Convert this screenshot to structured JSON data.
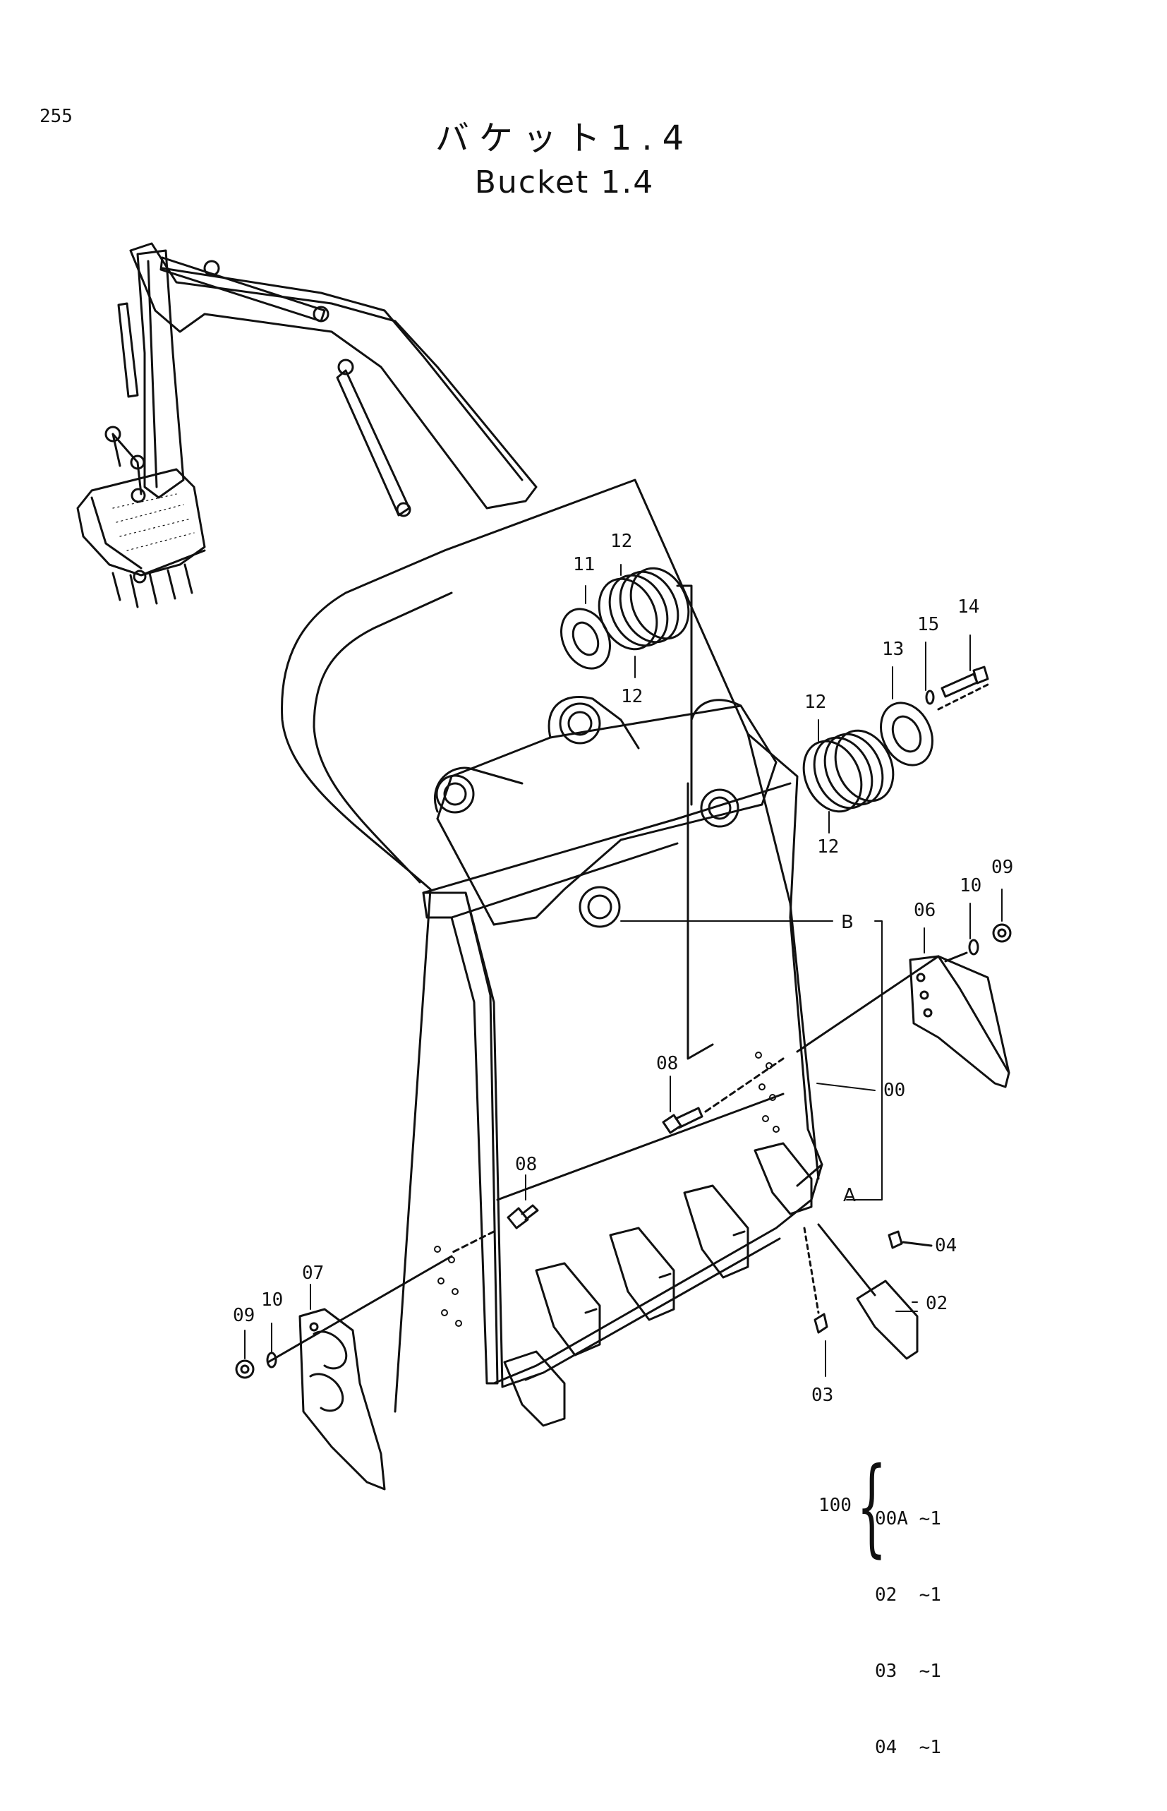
{
  "page_number": "255",
  "title": {
    "japanese": "バケット1.4",
    "english": "Bucket 1.4"
  },
  "callouts": {
    "c00": "00",
    "c02": "02",
    "c03": "03",
    "c04": "04",
    "c06": "06",
    "c07": "07",
    "c08a": "08",
    "c08b": "08",
    "c09a": "09",
    "c09b": "09",
    "c10a": "10",
    "c10b": "10",
    "c11": "11",
    "c12a": "12",
    "c12b": "12",
    "c12c": "12",
    "c12d": "12",
    "c13": "13",
    "c14": "14",
    "c15": "15",
    "refA": "A",
    "refB": "B"
  },
  "kit": {
    "code": "100",
    "items": [
      {
        "part": "00A",
        "qty": "~1"
      },
      {
        "part": "02",
        "qty": "~1"
      },
      {
        "part": "03",
        "qty": "~1"
      },
      {
        "part": "04",
        "qty": "~1"
      }
    ]
  }
}
